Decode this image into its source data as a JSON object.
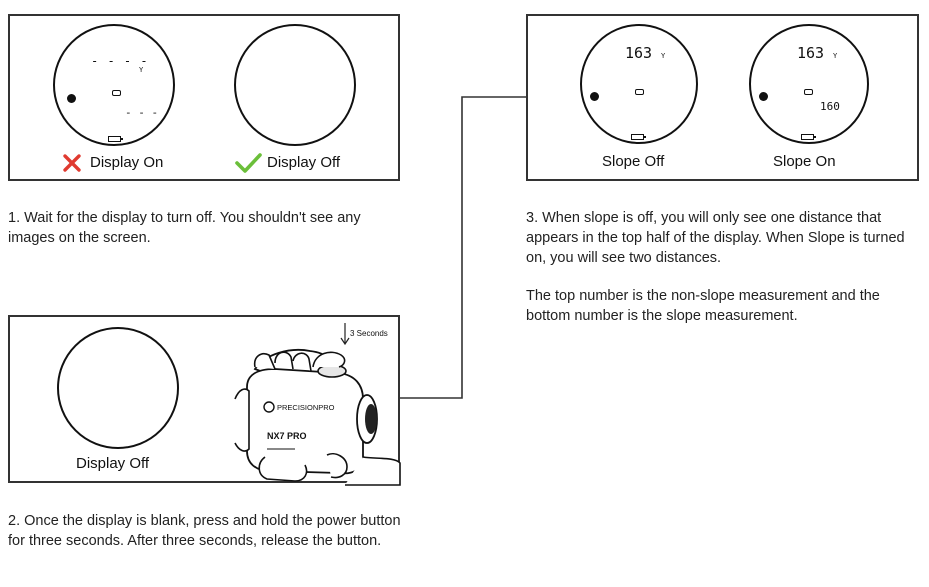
{
  "panel1": {
    "on_caption": "Display On",
    "off_caption": "Display Off",
    "dashes_top": "- - - -",
    "y_unit": "Y",
    "dashes_bottom": "- - -",
    "x_icon": "x-mark-icon",
    "check_icon": "checkmark-icon",
    "x_color": "#e03a30",
    "check_color": "#6bbf3a"
  },
  "panel2": {
    "off_caption": "Display Off",
    "seconds_label": "3 Seconds",
    "brand_label": "PRECISIONPRO",
    "device_label": "NX7 PRO"
  },
  "panel3": {
    "slope_off_caption": "Slope Off",
    "slope_on_caption": "Slope On",
    "distance": "163",
    "y_unit": "Y",
    "slope_distance": "160"
  },
  "instructions": {
    "step1": "1. Wait for the display to turn off. You shouldn't see any images on the screen.",
    "step2": "2. Once the display is blank, press and hold the power button for three seconds. After three seconds, release the button.",
    "step3": "3. When slope is off, you will only see one distance that appears in the top half of the display. When Slope is turned on, you will see two distances.",
    "step3_note": "The top number is the non-slope measurement and the bottom number is the slope measurement."
  }
}
